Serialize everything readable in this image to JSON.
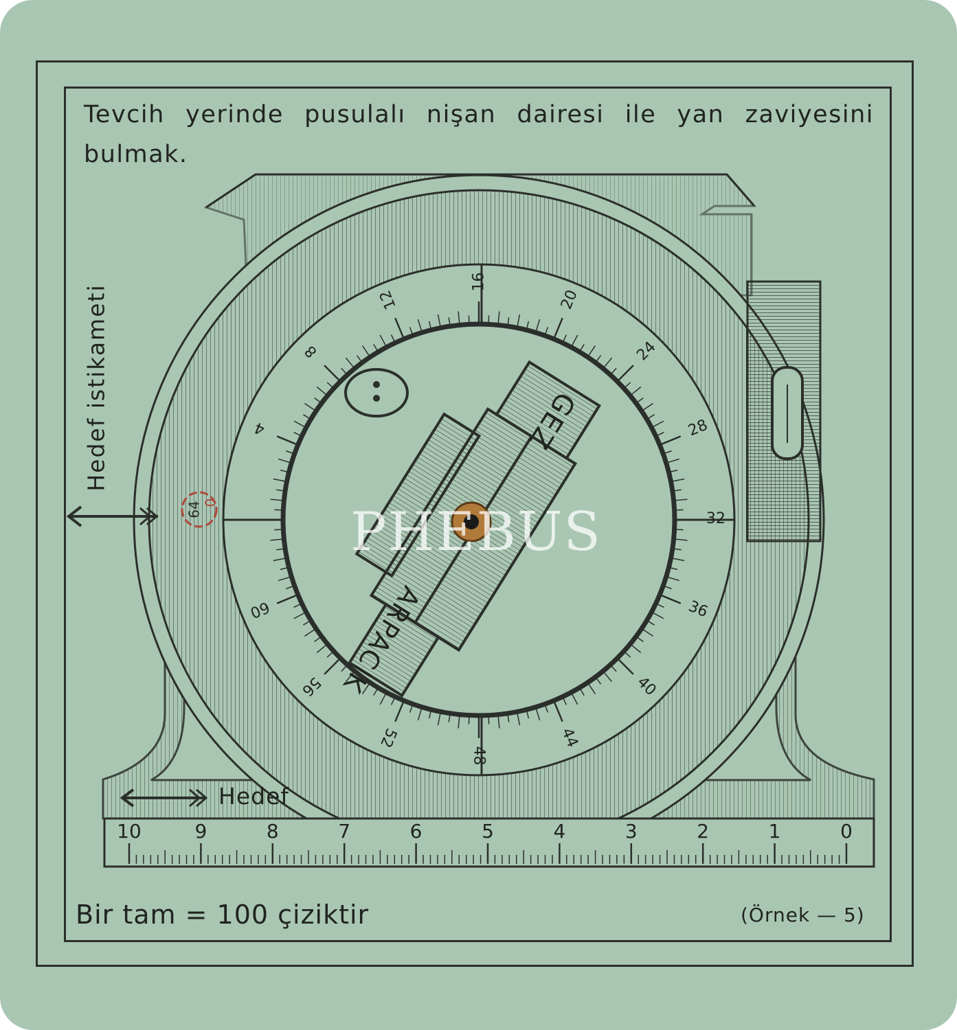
{
  "title": "Tevcih yerinde pusulalı nişan dairesi ile yan zaviyesini bulmak.",
  "footer": {
    "formula": "Bir tam = 100 çiziktir",
    "example": "(Örnek — 5)"
  },
  "labels": {
    "target_direction": "Hedef istikameti",
    "target": "Hedef",
    "rear_sight": "GEZ",
    "front_sight": "ARPACIK",
    "red_mark_top": "0",
    "red_mark_bottom": "64"
  },
  "dial_numbers": [
    "16",
    "20",
    "24",
    "28",
    "32",
    "36",
    "40",
    "44",
    "48",
    "52",
    "56",
    "60",
    "4",
    "8",
    "12"
  ],
  "ruler_numbers": [
    "10",
    "9",
    "8",
    "7",
    "6",
    "5",
    "4",
    "3",
    "2",
    "1",
    "0"
  ],
  "watermark": "PHEBUS",
  "colors": {
    "card": "#a9c6b3",
    "ink": "#2b2f2b",
    "red": "#b0473b",
    "copper": "#b07a3a"
  }
}
